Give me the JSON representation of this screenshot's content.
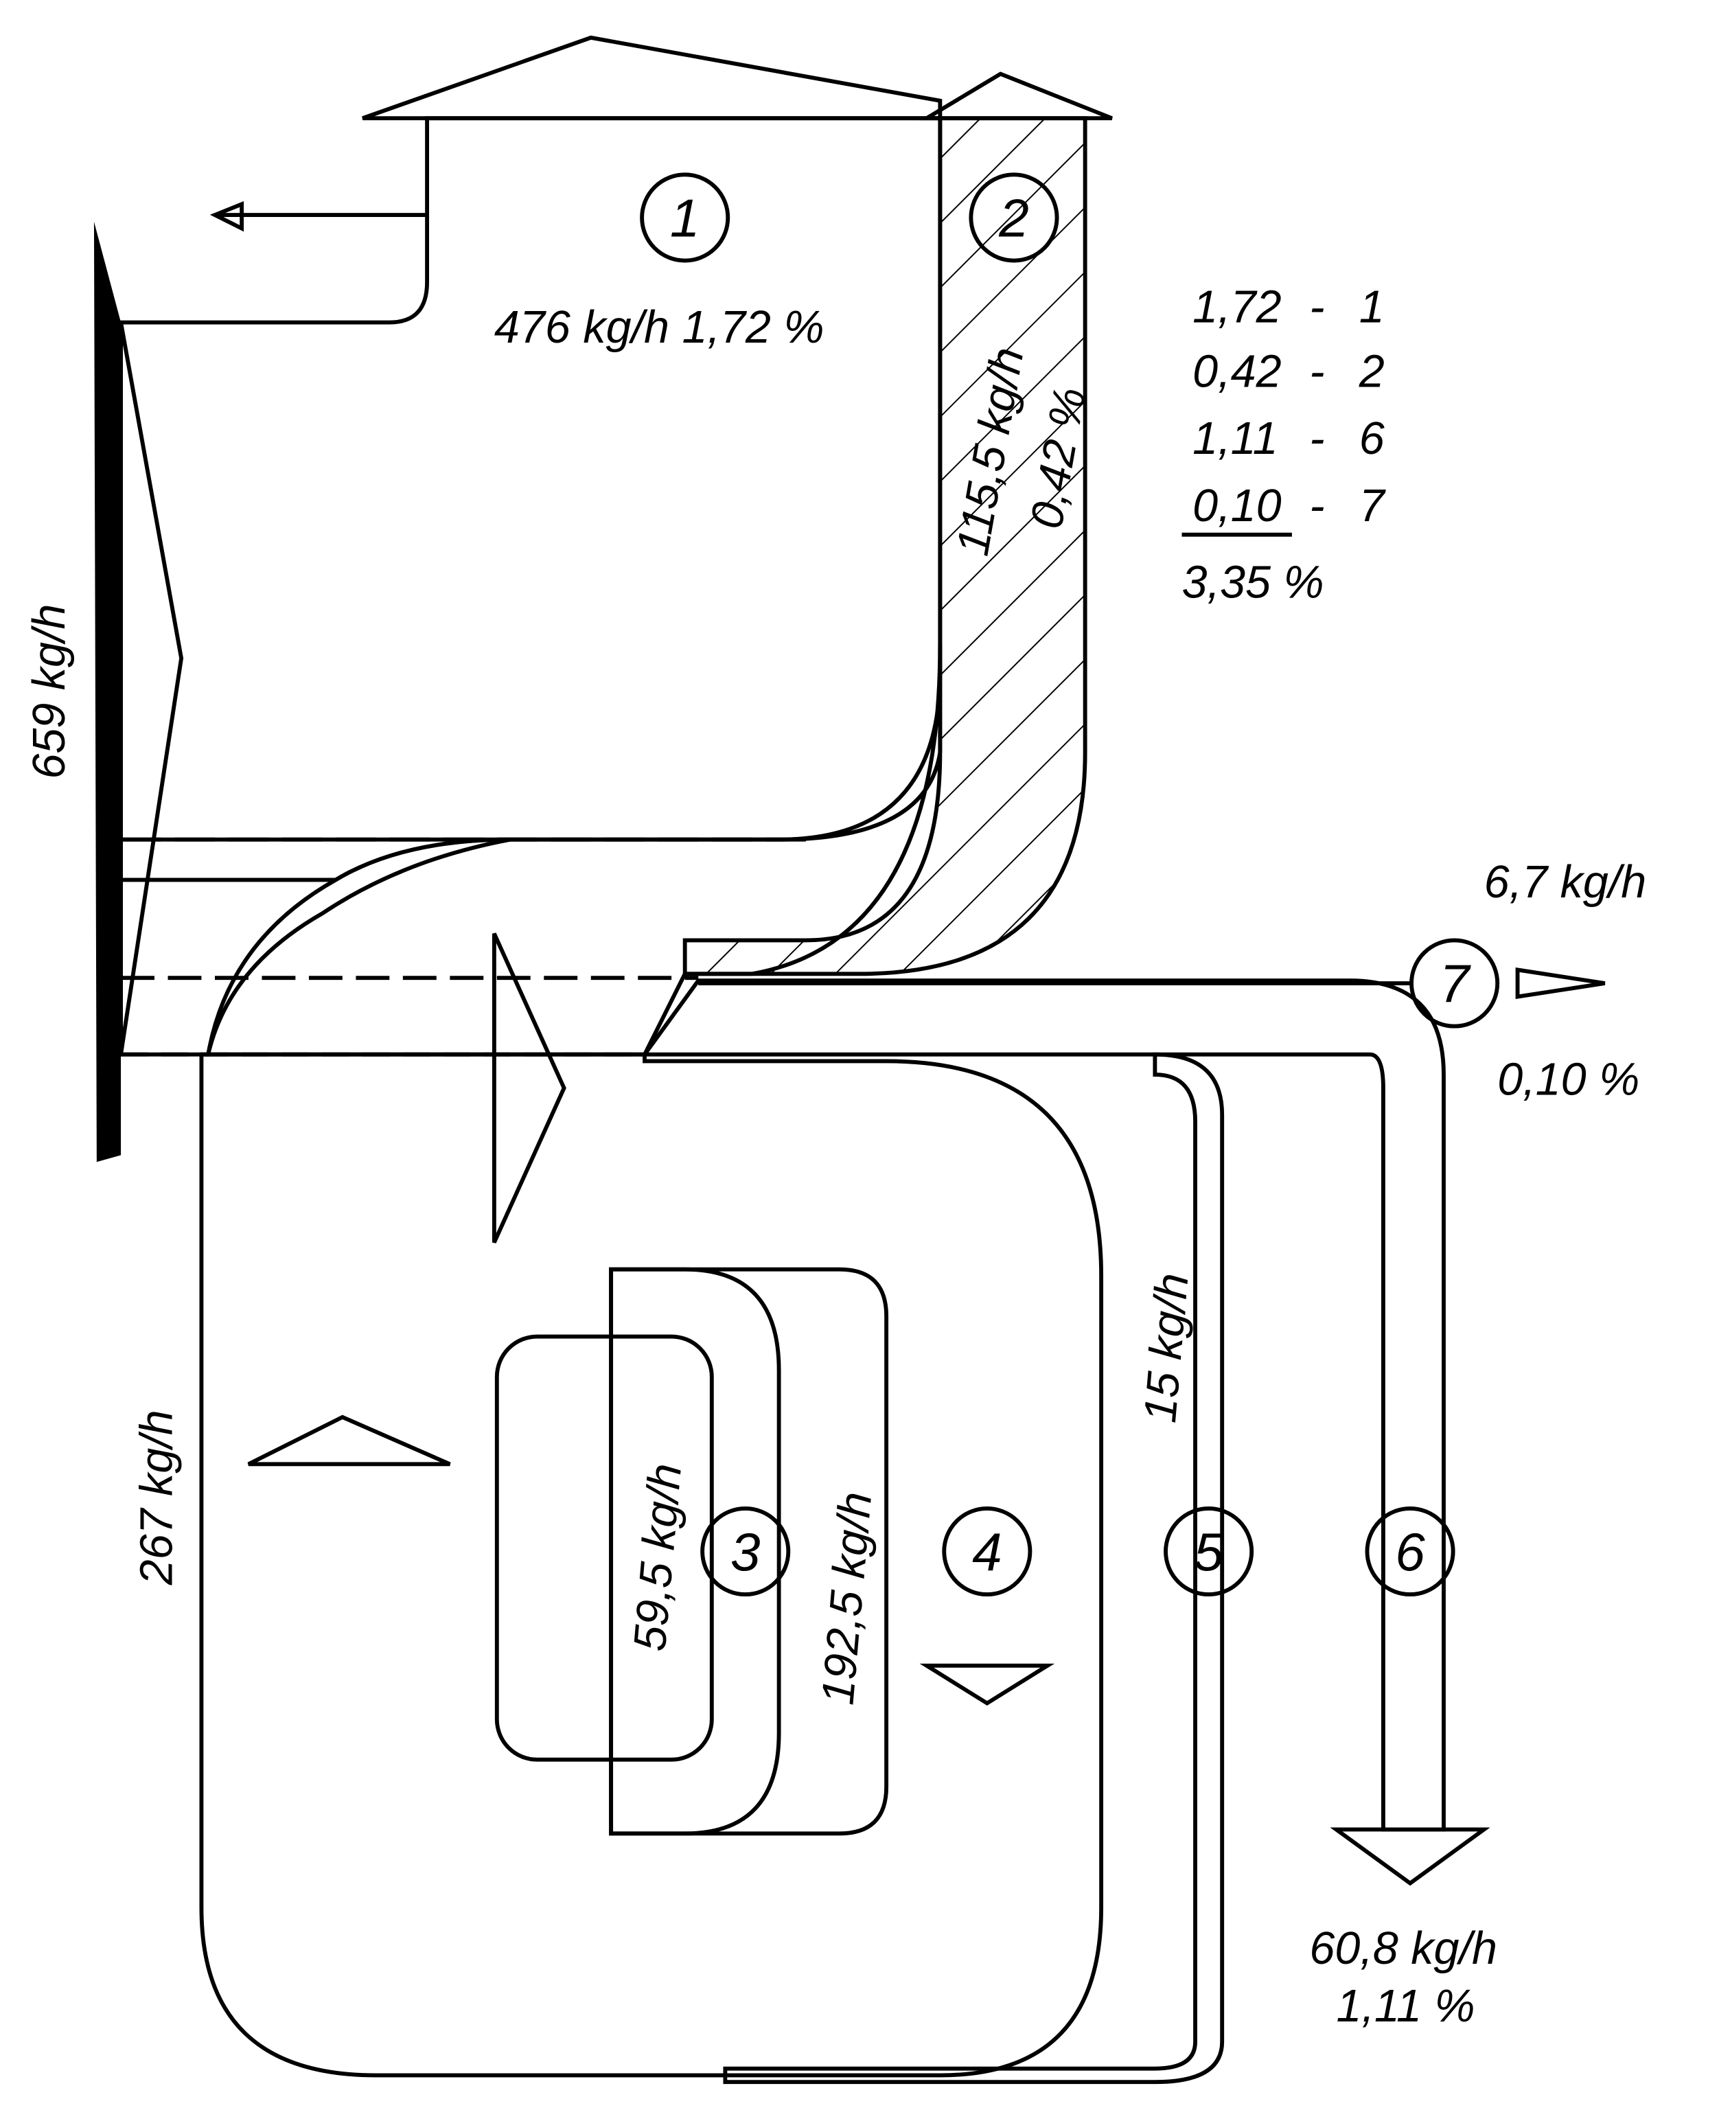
{
  "diagram": {
    "type": "sankey-flow-diagram",
    "streams": [
      {
        "id": "1",
        "mass_flow": "476 kg/h 1,72 %"
      },
      {
        "id": "2",
        "mass_flow": "115,5 kg/h",
        "percent": "0,42 %"
      },
      {
        "id": "3",
        "mass_flow": "59,5 kg/h"
      },
      {
        "id": "4",
        "mass_flow": "192,5 kg/h"
      },
      {
        "id": "5",
        "mass_flow": "15 kg/h"
      },
      {
        "id": "6",
        "mass_flow": "60,8 kg/h",
        "percent": "1,11 %"
      },
      {
        "id": "7",
        "mass_flow": "6,7 kg/h",
        "percent": "0,10 %"
      }
    ],
    "inlet_flow": "659 kg/h",
    "recirculation_flow": "267 kg/h",
    "summary": [
      {
        "value": "1,72",
        "sep": "-",
        "stream": "1"
      },
      {
        "value": "0,42",
        "sep": "-",
        "stream": "2"
      },
      {
        "value": "1,11",
        "sep": "-",
        "stream": "6"
      },
      {
        "value": "0,10",
        "sep": "-",
        "stream": "7"
      }
    ],
    "total": "3,35 %"
  }
}
